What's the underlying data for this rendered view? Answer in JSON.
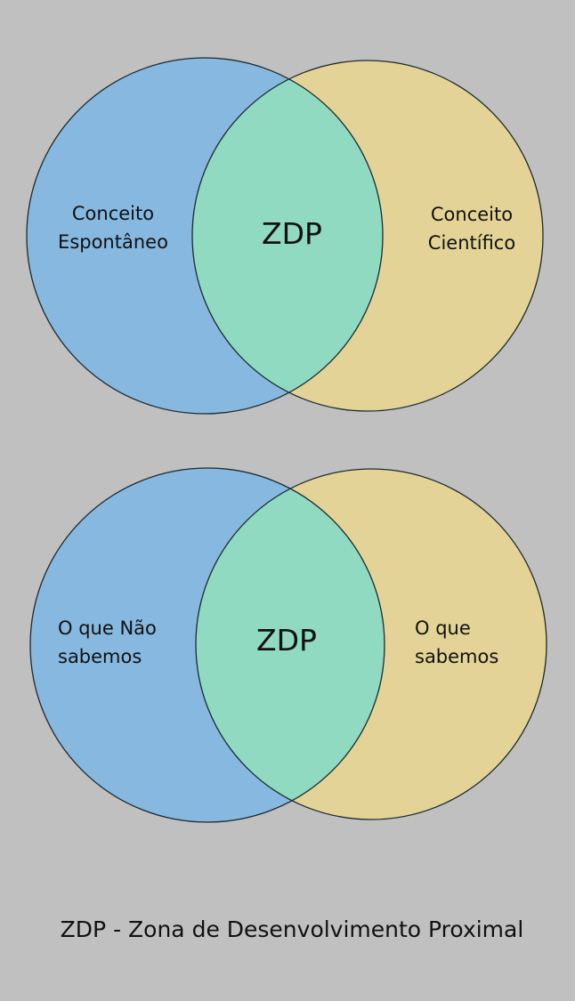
{
  "diagrams": [
    {
      "left_label": [
        "Conceito",
        "Espontâneo"
      ],
      "center_label": "ZDP",
      "right_label": [
        "Conceito",
        "Científico"
      ]
    },
    {
      "left_label": [
        "O que Não",
        "sabemos"
      ],
      "center_label": "ZDP",
      "right_label": [
        "O que",
        "sabemos"
      ]
    }
  ],
  "caption": "ZDP - Zona de Desenvolvimento Proximal",
  "colors": {
    "background": "#c0c0c0",
    "left_circle": "#86b8e0",
    "right_circle": "#e4d396",
    "overlap": "#8fdac0",
    "stroke": "#1e2a30"
  }
}
